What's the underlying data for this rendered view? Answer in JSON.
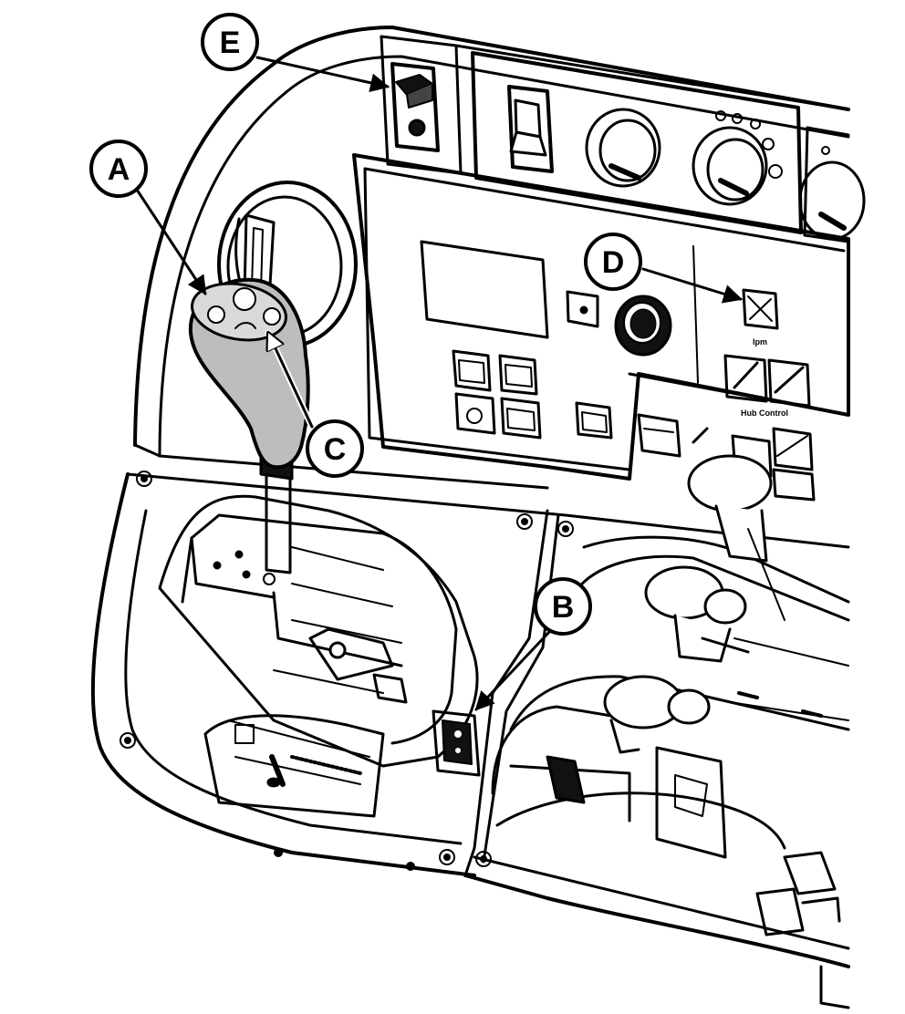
{
  "callouts": [
    {
      "id": "A",
      "label": "A"
    },
    {
      "id": "B",
      "label": "B"
    },
    {
      "id": "C",
      "label": "C"
    },
    {
      "id": "D",
      "label": "D"
    },
    {
      "id": "E",
      "label": "E"
    }
  ],
  "panel_labels": {
    "panel_text_1": "Ipm",
    "panel_text_2": "Hub Control"
  },
  "colors": {
    "line": "#000000",
    "fill": "#ffffff",
    "knob_gray": "#bdbdbd",
    "dark": "#111111"
  }
}
